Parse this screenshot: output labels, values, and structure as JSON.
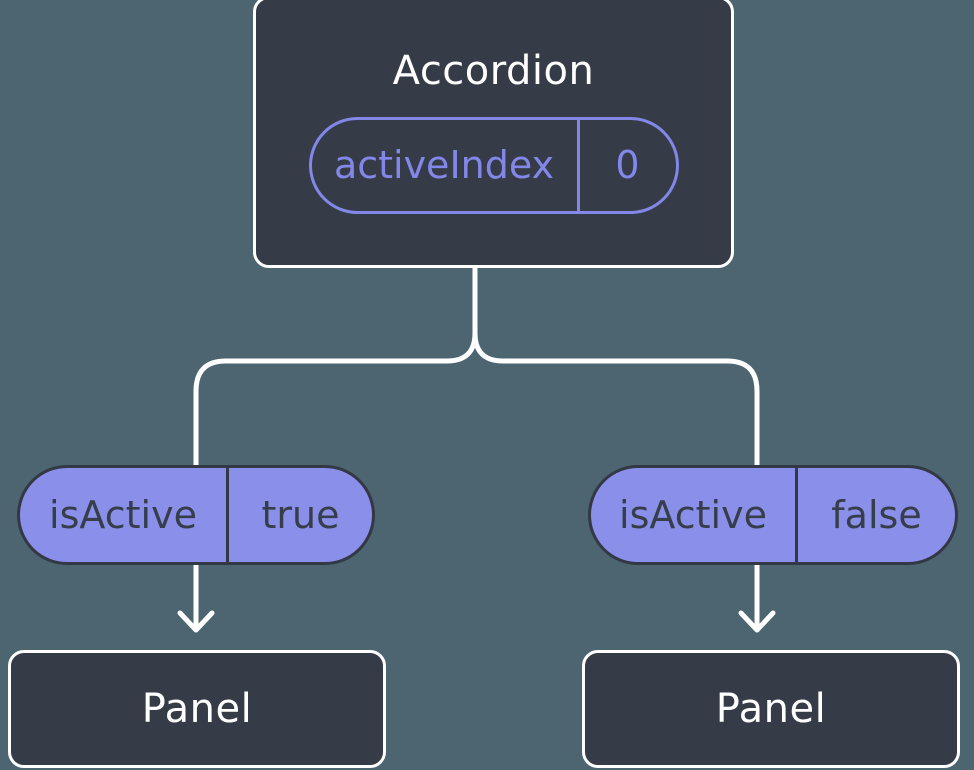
{
  "diagram": {
    "root": {
      "title": "Accordion",
      "prop": {
        "name": "activeIndex",
        "value": "0"
      }
    },
    "children": [
      {
        "prop": {
          "name": "isActive",
          "value": "true"
        },
        "child": {
          "title": "Panel"
        }
      },
      {
        "prop": {
          "name": "isActive",
          "value": "false"
        },
        "child": {
          "title": "Panel"
        }
      }
    ]
  },
  "theme": {
    "bg": "#4d6570",
    "node-fill": "#353c48",
    "node-border": "#ffffff",
    "node-text": "#ffffff",
    "accent": "#8287e8",
    "pill-fill": "#8a8fe9",
    "pill-border": "#323945",
    "pill-text": "#353e4a",
    "line": "#ffffff"
  }
}
